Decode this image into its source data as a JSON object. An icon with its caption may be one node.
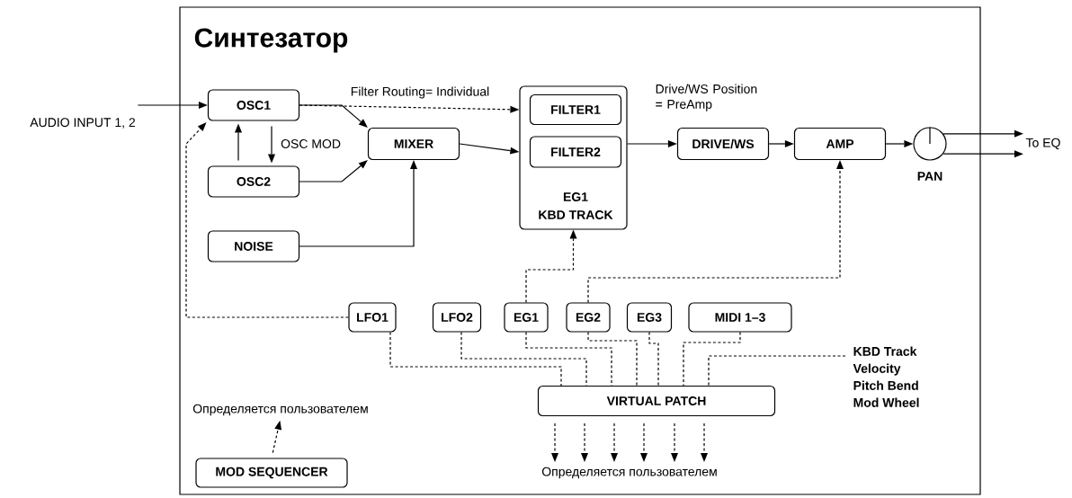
{
  "diagram": {
    "nodes": [
      {
        "text": [
          "Синтезатор"
        ]
      },
      {
        "text": [
          "AUDIO INPUT 1, 2"
        ]
      },
      {
        "text": [
          "OSC1"
        ],
        "in": 0
      },
      {
        "text": [
          "OSC2"
        ],
        "in": 0
      },
      {
        "text": [
          "NOISE"
        ],
        "in": 0
      },
      {
        "text": [
          "MIXER"
        ],
        "in": 0
      },
      {
        "text": [
          "EG1",
          "KBD TRACK"
        ],
        "in": 0
      },
      {
        "text": [
          "FILTER1"
        ],
        "in": 6
      },
      {
        "text": [
          "FILTER2"
        ],
        "in": 6
      },
      {
        "text": [
          "DRIVE/WS"
        ],
        "in": 0
      },
      {
        "text": [
          "AMP"
        ],
        "in": 0
      },
      {
        "text": [
          "PAN"
        ],
        "in": 0
      },
      {
        "text": [
          "To EQ"
        ]
      },
      {
        "text": [
          "LFO1"
        ],
        "in": 0
      },
      {
        "text": [
          "LFO2"
        ],
        "in": 0
      },
      {
        "text": [
          "EG1"
        ],
        "in": 0
      },
      {
        "text": [
          "EG2"
        ],
        "in": 0
      },
      {
        "text": [
          "EG3"
        ],
        "in": 0
      },
      {
        "text": [
          "MIDI 1–3"
        ],
        "in": 0
      },
      {
        "text": [
          "KBD Track",
          "Velocity",
          "Pitch Bend",
          "Mod Wheel"
        ],
        "in": 0
      },
      {
        "text": [
          "VIRTUAL PATCH"
        ],
        "in": 0
      },
      {
        "text": [
          "Определяется пользователем"
        ],
        "in": 0
      },
      {
        "text": [
          "MOD SEQUENCER"
        ],
        "in": 0
      },
      {
        "text": [
          "Определяется пользователем"
        ],
        "in": 0
      }
    ],
    "edges": [
      {
        "from": 1,
        "to": 2,
        "arrow": "to"
      },
      {
        "from": 2,
        "to": 5,
        "arrow": "to"
      },
      {
        "from": 2,
        "to": 7,
        "arrow": "to",
        "style": "dashed",
        "label": "Filter Routing= Individual"
      },
      {
        "from": 2,
        "to": 3,
        "arrow": "to",
        "label": "OSC MOD"
      },
      {
        "from": 3,
        "to": 2,
        "arrow": "to"
      },
      {
        "from": 3,
        "to": 5,
        "arrow": "to"
      },
      {
        "from": 4,
        "to": 5,
        "arrow": "to"
      },
      {
        "from": 5,
        "to": 8,
        "arrow": "to"
      },
      {
        "from": 6,
        "to": 9,
        "arrow": "to"
      },
      {
        "from": 9,
        "to": 10,
        "arrow": "to"
      },
      {
        "from": 10,
        "to": 11,
        "arrow": "to"
      },
      {
        "from": 11,
        "to": 12,
        "arrow": "to"
      },
      {
        "from": 11,
        "to": 12,
        "arrow": "to"
      },
      {
        "from": 13,
        "to": 2,
        "arrow": "to",
        "style": "dashed"
      },
      {
        "from": 15,
        "to": 6,
        "arrow": "to",
        "style": "dashed"
      },
      {
        "from": 16,
        "to": 10,
        "arrow": "to",
        "style": "dashed"
      },
      {
        "from": 13,
        "to": 20,
        "arrow": "none",
        "style": "dashed"
      },
      {
        "from": 14,
        "to": 20,
        "arrow": "none",
        "style": "dashed"
      },
      {
        "from": 15,
        "to": 20,
        "arrow": "none",
        "style": "dashed"
      },
      {
        "from": 16,
        "to": 20,
        "arrow": "none",
        "style": "dashed"
      },
      {
        "from": 17,
        "to": 20,
        "arrow": "none",
        "style": "dashed"
      },
      {
        "from": 18,
        "to": 20,
        "arrow": "none",
        "style": "dashed"
      },
      {
        "from": 19,
        "to": 20,
        "arrow": "none",
        "style": "dashed"
      },
      {
        "from": 20,
        "to": 21,
        "arrow": "to",
        "style": "dashed"
      },
      {
        "from": 20,
        "to": 21,
        "arrow": "to",
        "style": "dashed"
      },
      {
        "from": 20,
        "to": 21,
        "arrow": "to",
        "style": "dashed"
      },
      {
        "from": 20,
        "to": 21,
        "arrow": "to",
        "style": "dashed"
      },
      {
        "from": 20,
        "to": 21,
        "arrow": "to",
        "style": "dashed"
      },
      {
        "from": 20,
        "to": 21,
        "arrow": "to",
        "style": "dashed"
      },
      {
        "from": 22,
        "to": 23,
        "arrow": "to",
        "style": "dashed"
      }
    ],
    "labels": [
      "Drive/WS Position = PreAmp"
    ]
  }
}
